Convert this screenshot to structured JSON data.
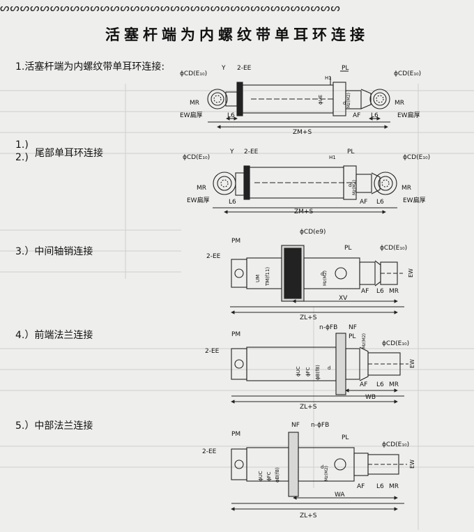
{
  "header": {
    "border_pattern": "ᔕᔕᔕᔕᔕᔕᔕᔕᔕᔕᔕᔕᔕᔕᔕᔕᔕᔕᔕᔕᔕᔕᔕᔕᔕᔕᔕᔕᔕᔕᔕᔕᔕᔕ",
    "title": "活塞杆端为内螺纹带单耳环连接"
  },
  "sections": [
    {
      "label": "1.活塞杆端为内螺纹带单耳环连接:",
      "labels": {
        "cd_left": "ϕCD(E₁₀)",
        "y": "Y",
        "ee": "2-EE",
        "h1": "H1",
        "pl": "PL",
        "cd_right": "ϕCD(E₁₀)",
        "mr_left": "MR",
        "mr_right": "MR",
        "ew_left": "EW扁厚",
        "ew_right": "EW扁厚",
        "l6_left": "L6",
        "l6_right": "L6",
        "af": "AF",
        "zm": "ZM+S",
        "ue": "ϕUE",
        "dd": "d",
        "mz": "Mz(M2)"
      }
    },
    {
      "label_line1": "1.)",
      "label_line2": "2.)",
      "label": "尾部单耳环连接",
      "labels": {
        "cd_left": "ϕCD(E₁₀)",
        "y": "Y",
        "ee": "2-EE",
        "h1": "H1",
        "pl": "PL",
        "cd_right": "ϕCD(E₁₀)",
        "mr_left": "MR",
        "mr_right": "MR",
        "ew_left": "EW扁厚",
        "ew_right": "EW扁厚",
        "l6_left": "L6",
        "l6_right": "L6",
        "af": "AF",
        "zm": "ZM+S",
        "dd": "d",
        "mz": "Mz(M2)"
      }
    },
    {
      "label": "3.）中间轴销连接",
      "labels": {
        "cd_top": "ϕCD(e9)",
        "pm": "PM",
        "ee": "2-EE",
        "um": "UM",
        "tm": "TM(f11)",
        "pl": "PL",
        "cd_right": "ϕCD(E₁₀)",
        "ew": "EW",
        "af": "AF",
        "l6": "L6",
        "mr": "MR",
        "xv": "XV",
        "zl": "ZL+S",
        "dd": "d",
        "mz": "Mz(M2)"
      }
    },
    {
      "label": "4.）前端法兰连接",
      "labels": {
        "fb": "n-ϕFB",
        "nf": "NF",
        "pm": "PM",
        "ee": "2-EE",
        "pl": "PL",
        "cd_right": "ϕCD(E₁₀)",
        "uc": "ϕUC",
        "fc": "ϕFC",
        "b": "ϕB(f8)",
        "dd": "d",
        "mz": "Mz(M2)",
        "ew": "EW",
        "af": "AF",
        "l6": "L6",
        "mr": "MR",
        "wb": "WB",
        "zl": "ZL+S"
      }
    },
    {
      "label": "5.）中部法兰连接",
      "labels": {
        "nf": "NF",
        "fb": "n-ϕFB",
        "pm": "PM",
        "ee": "2-EE",
        "pl": "PL",
        "cd_right": "ϕCD(E₁₀)",
        "uc": "ϕUC",
        "fc": "ϕFC",
        "b": "ϕB(f8)",
        "dd": "d",
        "mz": "Mz(M2)",
        "ew": "EW",
        "af": "AF",
        "l6": "L6",
        "mr": "MR",
        "wa": "WA",
        "zl": "ZL+S"
      }
    }
  ]
}
